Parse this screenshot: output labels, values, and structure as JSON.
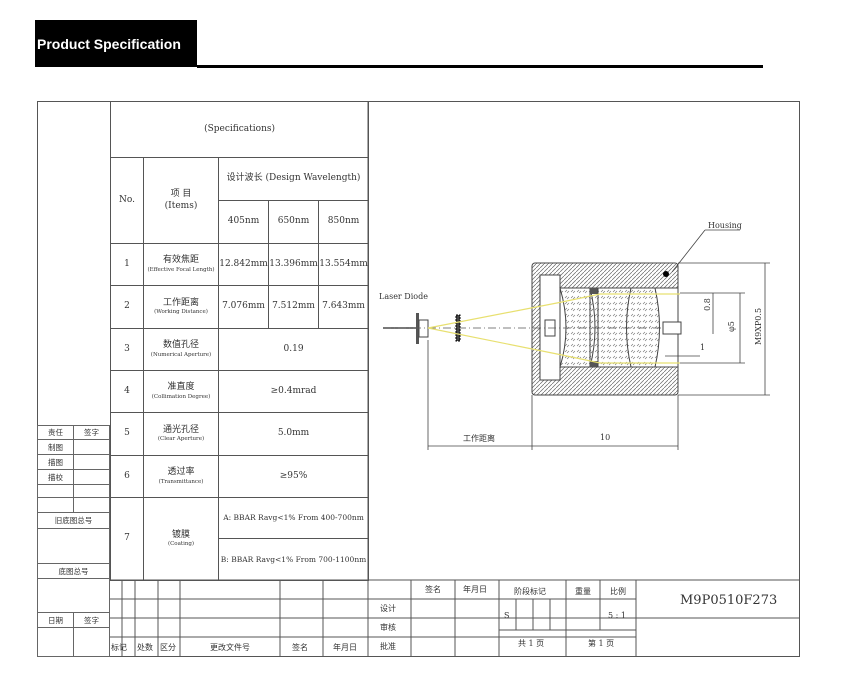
{
  "header": {
    "title": "Product Specification"
  },
  "spec": {
    "title": "(Specifications)",
    "no_label": "No.",
    "items_label_cn": "项 目",
    "items_label_en": "(Items)",
    "design_wavelength": "设计波长 (Design Wavelength)",
    "wavelengths": [
      "405nm",
      "650nm",
      "850nm"
    ],
    "rows": [
      {
        "no": "1",
        "cn": "有效焦距",
        "en": "(Effective Focal Length)",
        "values": [
          "12.842mm",
          "13.396mm",
          "13.554mm"
        ]
      },
      {
        "no": "2",
        "cn": "工作距离",
        "en": "(Working Distance)",
        "values": [
          "7.076mm",
          "7.512mm",
          "7.643mm"
        ]
      },
      {
        "no": "3",
        "cn": "数值孔径",
        "en": "(Numerical Aperture)",
        "value": "0.19"
      },
      {
        "no": "4",
        "cn": "准直度",
        "en": "(Collimation Degree)",
        "value": "≥0.4mrad"
      },
      {
        "no": "5",
        "cn": "通光孔径",
        "en": "(Clear Aperture)",
        "value": "5.0mm"
      },
      {
        "no": "6",
        "cn": "透过率",
        "en": "(Transmittance)",
        "value": "≥95%"
      },
      {
        "no": "7",
        "cn": "镀膜",
        "en": "(Coating)",
        "values": [
          "A: BBAR Ravg<1% From 400-700nm",
          "B: BBAR Ravg<1% From 700-1100nm"
        ]
      }
    ]
  },
  "side": {
    "resp": "责任",
    "sign": "签字",
    "draw": "制图",
    "trace": "描图",
    "check": "描校",
    "old_no": "旧底图总号",
    "base_no": "底图总号",
    "date": "日期",
    "sign2": "签字"
  },
  "diagram": {
    "housing": "Housing",
    "laser_diode": "Laser Diode",
    "dim_08": "0.8",
    "dim_phi5": "φ5",
    "dim_1": "1",
    "dim_thread": "M9XP0.5",
    "working_distance": "工作距离",
    "dim_10": "10"
  },
  "titleblock": {
    "mark": "标记",
    "count": "处数",
    "zone": "区分",
    "change_doc": "更改文件号",
    "sign": "签名",
    "date": "年月日",
    "sign_h": "签名",
    "date_h": "年月日",
    "stage": "阶段标记",
    "weight": "重量",
    "scale_h": "比例",
    "design": "设计",
    "review": "审核",
    "approve": "批准",
    "stage_s": "S",
    "scale": "5 : 1",
    "total": "共 1 页",
    "page": "第 1 页",
    "drawing_no": "M9P0510F273"
  }
}
